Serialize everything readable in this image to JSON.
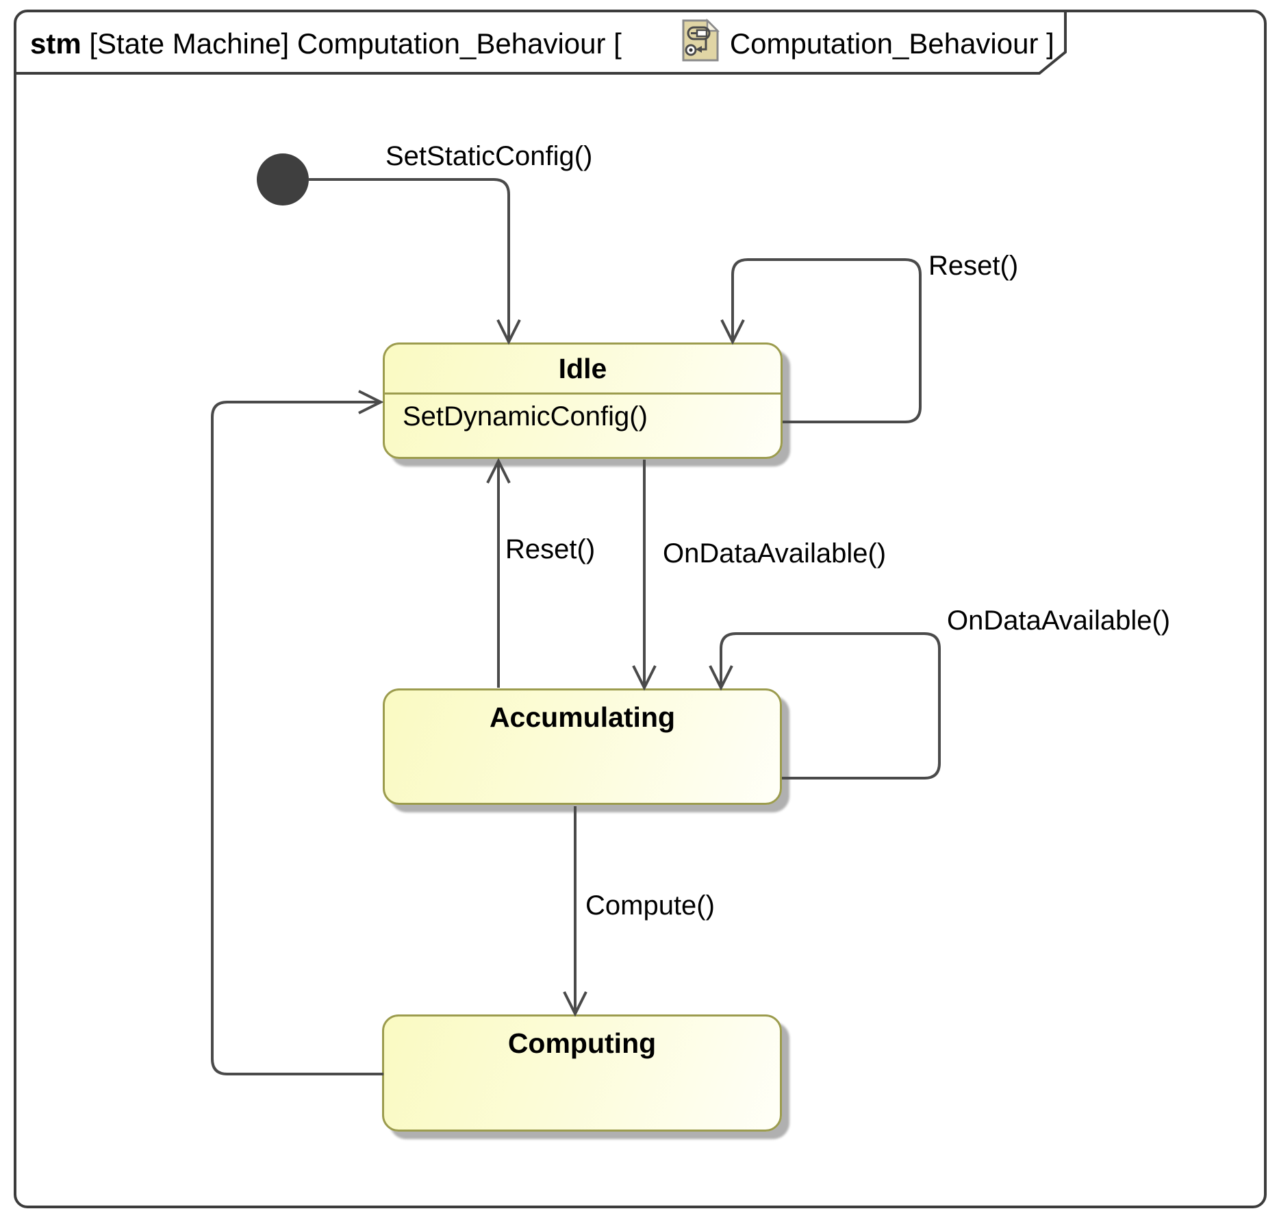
{
  "header": {
    "keyword": "stm",
    "pre_icon": " [State Machine] Computation_Behaviour [",
    "post_icon": "Computation_Behaviour ]",
    "icon": "state-machine-diagram-icon"
  },
  "states": {
    "idle": {
      "name": "Idle",
      "internal_behavior": "SetDynamicConfig()"
    },
    "accumulating": {
      "name": "Accumulating"
    },
    "computing": {
      "name": "Computing"
    }
  },
  "transitions": {
    "initial_to_idle": {
      "label": "SetStaticConfig()",
      "from": "initial",
      "to": "Idle"
    },
    "idle_self_loop": {
      "label": "Reset()",
      "from": "Idle",
      "to": "Idle"
    },
    "accumulating_to_idle": {
      "label": "Reset()",
      "from": "Accumulating",
      "to": "Idle"
    },
    "idle_to_accumulating": {
      "label": "OnDataAvailable()",
      "from": "Idle",
      "to": "Accumulating"
    },
    "accumulating_self_loop": {
      "label": "OnDataAvailable()",
      "from": "Accumulating",
      "to": "Accumulating"
    },
    "accumulating_to_computing": {
      "label": "Compute()",
      "from": "Accumulating",
      "to": "Computing"
    },
    "computing_to_idle": {
      "label": "",
      "from": "Computing",
      "to": "Idle"
    }
  },
  "colors": {
    "state_border": "#9c9c4e",
    "state_fill_left": "#fafac2",
    "state_fill_right": "#fffff8",
    "connector": "#4a4a4a",
    "frame_border": "#3c3c3c",
    "initial_node": "#3f3f3f",
    "shadow": "#b0b0b0",
    "icon_fill": "#e0d5a5"
  }
}
